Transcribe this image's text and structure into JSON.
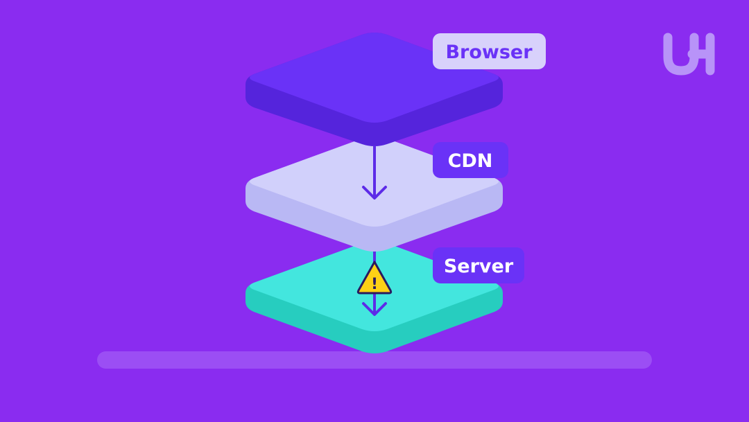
{
  "colors": {
    "background": "#8a2cf0",
    "browser_top": "#6a32f7",
    "browser_side": "#5524dc",
    "cdn_top": "#d1d0fb",
    "cdn_side": "#b9b8f4",
    "server_top": "#43e6de",
    "server_side": "#27cdbf",
    "arrow": "#5d2be8",
    "label_light_bg": "#d8d1fb",
    "label_light_text": "#6a32f7",
    "label_dark_bg": "#6a32f7",
    "label_dark_text": "#ffffff",
    "warning_fill": "#fcd116",
    "warning_stroke": "#2a1a5e",
    "floor_bar": "#9b4ef4",
    "logo": "#b893f8"
  },
  "layers": [
    {
      "name": "browser",
      "label": "Browser",
      "label_style": "light"
    },
    {
      "name": "cdn",
      "label": "CDN",
      "label_style": "dark"
    },
    {
      "name": "server",
      "label": "Server",
      "label_style": "dark"
    }
  ],
  "warning": {
    "icon": "warning-triangle-icon",
    "symbol": "!"
  },
  "logo": {
    "icon": "uh-logo-icon",
    "letters": "UH"
  }
}
